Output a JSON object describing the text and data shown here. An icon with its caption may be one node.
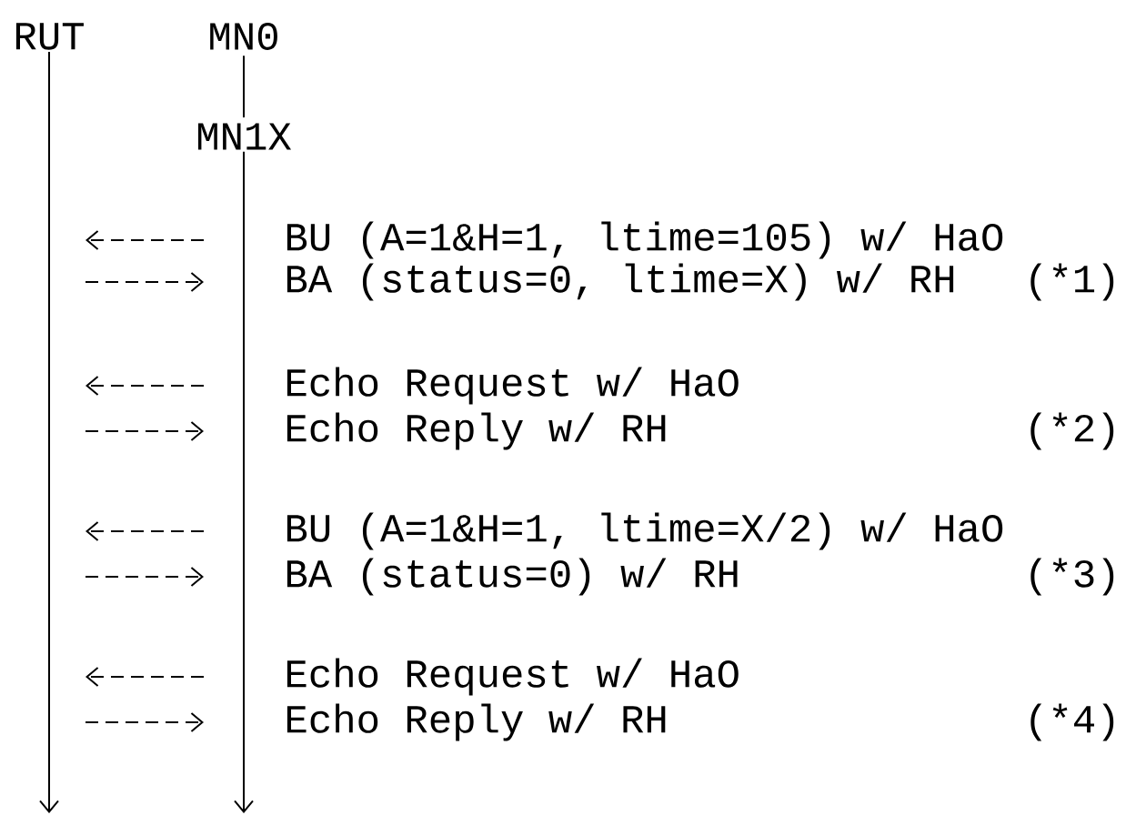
{
  "diagram": {
    "nodes": [
      {
        "text": [
          "RUT"
        ]
      },
      {
        "text": [
          "MN0"
        ]
      },
      {
        "text": [
          "MN1X"
        ]
      }
    ],
    "edges": [
      {
        "from": 1,
        "to": 2,
        "arrow": "none"
      },
      {
        "from": 0,
        "to": null,
        "arrow": "to"
      },
      {
        "from": 2,
        "to": null,
        "arrow": "to"
      }
    ],
    "labels": [
      "BU (A=1&H=1, ltime=105) w/ HaO",
      "BA (status=0, ltime=X) w/ RH",
      "(*1)",
      "Echo Request w/ HaO",
      "Echo Reply w/ RH",
      "(*2)",
      "BU (A=1&H=1, ltime=X/2) w/ HaO",
      "BA (status=0) w/ RH",
      "(*3)",
      "Echo Request w/ HaO",
      "Echo Reply w/ RH",
      "(*4)"
    ]
  }
}
